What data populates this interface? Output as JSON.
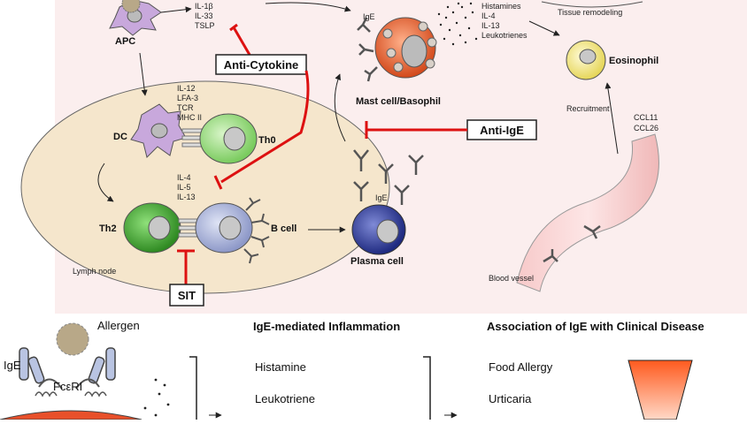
{
  "upper": {
    "cytokines_top": [
      "IL-1β",
      "IL-33",
      "TSLP"
    ],
    "apc": "APC",
    "mediators": [
      "Histamines",
      "IL-4",
      "IL-13",
      "Leukotrienes"
    ],
    "tissue_remodeling": "Tissue remodeling",
    "eosinophil": "Eosinophil",
    "anti_cytokine": "Anti-Cytokine",
    "ige_mast": "IgE",
    "mast_cell": "Mast cell/Basophil",
    "anti_ige": "Anti-IgE",
    "recruitment": "Recruitment",
    "ccl": [
      "CCL11",
      "CCL26"
    ],
    "dc_signals": [
      "IL-12",
      "LFA-3",
      "TCR",
      "MHC II"
    ],
    "dc": "DC",
    "th0": "Th0",
    "th2_cytokines": [
      "IL-4",
      "IL-5",
      "IL-13"
    ],
    "th2": "Th2",
    "b_cell": "B cell",
    "ige_plasma": "IgE",
    "plasma_cell": "Plasma cell",
    "lymph_node": "Lymph node",
    "sit": "SIT",
    "blood_vessel": "Blood vessel"
  },
  "lower": {
    "allergen": "Allergen",
    "ige": "IgE",
    "fceri": "FcεRI",
    "inflammation_title": "IgE-mediated Inflammation",
    "inflammation_items": [
      "Histamine",
      "Leukotriene"
    ],
    "clinical_title": "Association of IgE with Clinical Disease",
    "clinical_items": [
      "Food Allergy",
      "Urticaria"
    ]
  },
  "colors": {
    "background_panel": "#fbeeee",
    "lymph_node": "#f5e6cc",
    "th0": "#99dd88",
    "th2": "#44aa33",
    "b_cell": "#aab4dd",
    "plasma_cell": "#3c4aa0",
    "mast_cell": "#e8642a",
    "eosinophil": "#f2e680",
    "dc": "#c8a8dc",
    "inhibitor_red": "#dd1111",
    "gradient_top": "#ff6a2a",
    "gradient_bottom": "#ffd2c0"
  }
}
